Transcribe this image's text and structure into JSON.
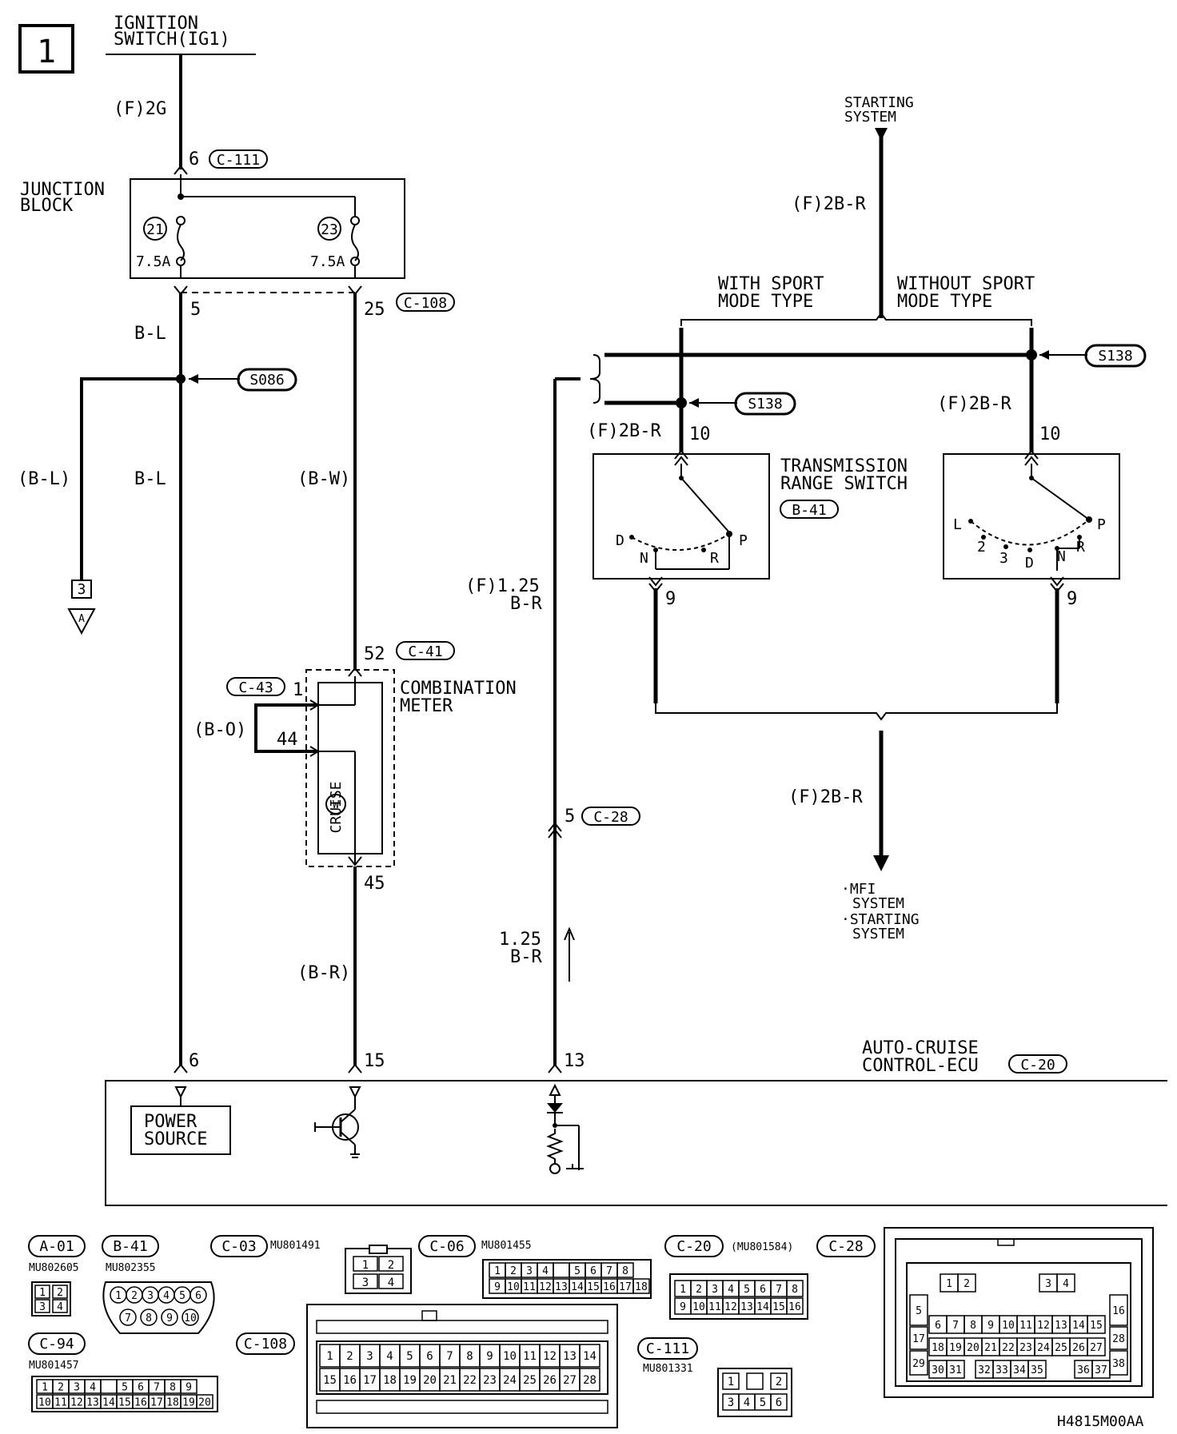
{
  "page_number": "1",
  "diagram_id": "H4815M00AA",
  "sources": {
    "ignition": [
      "IGNITION",
      "SWITCH(IG1)"
    ],
    "starting": [
      "STARTING",
      "SYSTEM"
    ]
  },
  "junction_block": {
    "label": [
      "JUNCTION",
      "BLOCK"
    ],
    "fuse_left": {
      "id": "21",
      "rating": "7.5A"
    },
    "fuse_right": {
      "id": "23",
      "rating": "7.5A"
    }
  },
  "wires": {
    "ign_feed": "(F)2G",
    "bl_upper": "B-L",
    "bl_branch": "(B-L)",
    "bl_lower": "B-L",
    "bw": "(B-W)",
    "bo": "(B-O)",
    "br": "(B-R)",
    "f125": [
      "(F)1.25",
      "B-R"
    ],
    "br125": [
      "1.25",
      "B-R"
    ],
    "start_feed": "(F)2B-R",
    "sport_feed": "(F)2B-R",
    "nosport_feed": "(F)2B-R",
    "mfi_feed": "(F)2B-R"
  },
  "connectors": {
    "c111": "C-111",
    "c108": "C-108",
    "c41": "C-41",
    "c43": "C-43",
    "c28": "C-28",
    "b41": "B-41",
    "c20": "C-20"
  },
  "pins": {
    "c111_6": "6",
    "jb_5": "5",
    "jb_25": "25",
    "meter_52": "52",
    "meter_1": "1",
    "meter_44": "44",
    "meter_45": "45",
    "c28_5": "5",
    "ecu_6": "6",
    "ecu_15": "15",
    "ecu_13": "13",
    "trs_sport_10": "10",
    "trs_sport_9": "9",
    "trs_nosport_10": "10",
    "trs_nosport_9": "9"
  },
  "splices": {
    "s086": "S086",
    "s138_a": "S138",
    "s138_b": "S138"
  },
  "ground": {
    "pin": "3",
    "letter": "A"
  },
  "sport": {
    "with": [
      "WITH SPORT",
      "MODE TYPE"
    ],
    "without": [
      "WITHOUT SPORT",
      "MODE TYPE"
    ]
  },
  "transmission_switch": {
    "label": [
      "TRANSMISSION",
      "RANGE SWITCH"
    ]
  },
  "sport_positions": [
    "D",
    "N",
    "R",
    "P"
  ],
  "nosport_positions": [
    "L",
    "2",
    "3",
    "D",
    "N",
    "R",
    "P"
  ],
  "combination_meter": {
    "label": [
      "COMBINATION",
      "METER"
    ],
    "indicator": "CRUISE",
    "lamp": "W"
  },
  "ecu": {
    "label": [
      "AUTO-CRUISE",
      "CONTROL-ECU"
    ],
    "power_source": [
      "POWER",
      "SOURCE"
    ]
  },
  "outputs": {
    "line1": "·MFI",
    "line1b": "SYSTEM",
    "line2": "·STARTING",
    "line2b": "SYSTEM"
  },
  "connector_views": {
    "a01": {
      "name": "A-01",
      "part": "MU802605",
      "pins": [
        "1",
        "2",
        "3",
        "4"
      ]
    },
    "b41": {
      "name": "B-41",
      "part": "MU802355",
      "pins": [
        "1",
        "2",
        "3",
        "4",
        "5",
        "6",
        "7",
        "8",
        "9",
        "10"
      ]
    },
    "c03": {
      "name": "C-03",
      "part": "MU801491",
      "pins": [
        "1",
        "2",
        "3",
        "4"
      ]
    },
    "c06": {
      "name": "C-06",
      "part": "MU801455",
      "row1": [
        "1",
        "2",
        "3",
        "4",
        "",
        "5",
        "6",
        "7",
        "8"
      ],
      "row2": [
        "9",
        "10",
        "11",
        "12",
        "13",
        "14",
        "15",
        "16",
        "17",
        "18"
      ]
    },
    "c20": {
      "name": "C-20",
      "part": "(MU801584)",
      "row1": [
        "1",
        "2",
        "3",
        "4",
        "5",
        "6",
        "7",
        "8"
      ],
      "row2": [
        "9",
        "10",
        "11",
        "12",
        "13",
        "14",
        "15",
        "16"
      ]
    },
    "c28": {
      "name": "C-28",
      "row1": [
        "1",
        "2",
        "3",
        "4"
      ],
      "row2": [
        "5",
        "6",
        "7",
        "8",
        "9",
        "10",
        "11",
        "12",
        "13",
        "14",
        "15",
        "16"
      ],
      "row3": [
        "17",
        "18",
        "19",
        "20",
        "21",
        "22",
        "23",
        "24",
        "25",
        "26",
        "27",
        "28"
      ],
      "row4": [
        "29",
        "30",
        "31",
        "32",
        "33",
        "34",
        "35",
        "36",
        "37",
        "38"
      ]
    },
    "c94": {
      "name": "C-94",
      "part": "MU801457",
      "row1": [
        "1",
        "2",
        "3",
        "4",
        "",
        "5",
        "6",
        "7",
        "8",
        "9"
      ],
      "row2": [
        "10",
        "11",
        "12",
        "13",
        "14",
        "15",
        "16",
        "17",
        "18",
        "19",
        "20"
      ]
    },
    "c108": {
      "name": "C-108",
      "row1": [
        "1",
        "2",
        "3",
        "4",
        "5",
        "6",
        "7",
        "8",
        "9",
        "10",
        "11",
        "12",
        "13",
        "14"
      ],
      "row2": [
        "15",
        "16",
        "17",
        "18",
        "19",
        "20",
        "21",
        "22",
        "23",
        "24",
        "25",
        "26",
        "27",
        "28"
      ]
    },
    "c111": {
      "name": "C-111",
      "part": "MU801331",
      "pins": [
        "1",
        "2",
        "3",
        "4",
        "5",
        "6"
      ]
    }
  }
}
